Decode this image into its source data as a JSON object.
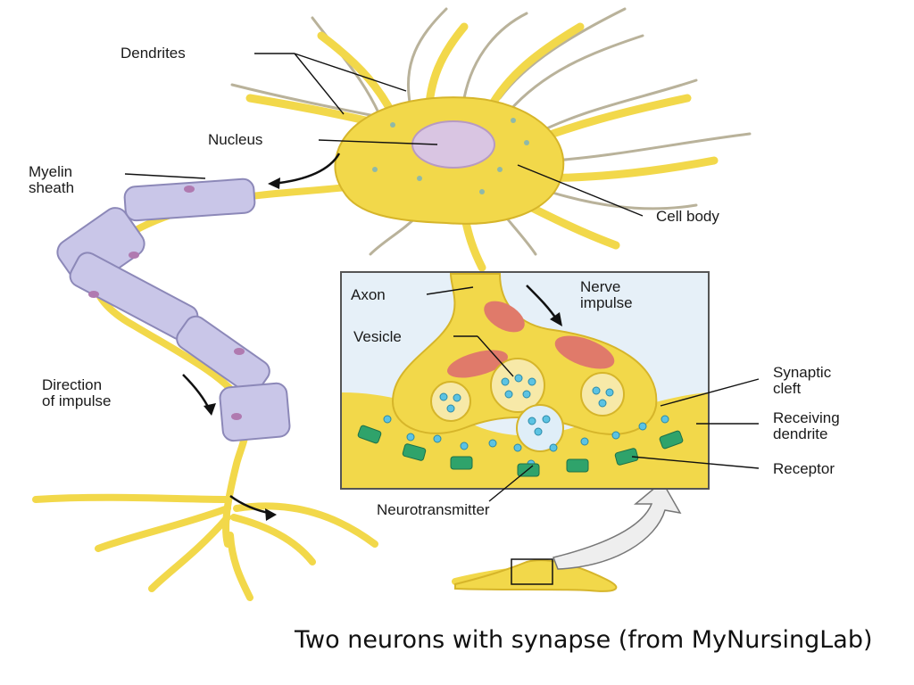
{
  "labels": {
    "dendrites": "Dendrites",
    "nucleus": "Nucleus",
    "myelin_sheath": [
      "Myelin",
      "sheath"
    ],
    "cell_body": "Cell body",
    "direction_of_impulse": [
      "Direction",
      "of impulse"
    ],
    "axon": "Axon",
    "nerve_impulse": [
      "Nerve",
      "impulse"
    ],
    "vesicle": "Vesicle",
    "synaptic_cleft": [
      "Synaptic",
      "cleft"
    ],
    "receiving_dendrite": [
      "Receiving",
      "dendrite"
    ],
    "receptor": "Receptor",
    "neurotransmitter": "Neurotransmitter"
  },
  "caption": "Two neurons with synapse (from MyNursingLab)",
  "colors": {
    "neuron": "#f2d84a",
    "neuron_outline": "#d6b52a",
    "myelin": "#c9c6e8",
    "nucleus": "#d9c5e2",
    "inset_background": "#e6f0f8",
    "receptor": "#2fa36b",
    "neurotransmitter": "#5cc3e3",
    "mitochondria": "#e07a6a"
  }
}
